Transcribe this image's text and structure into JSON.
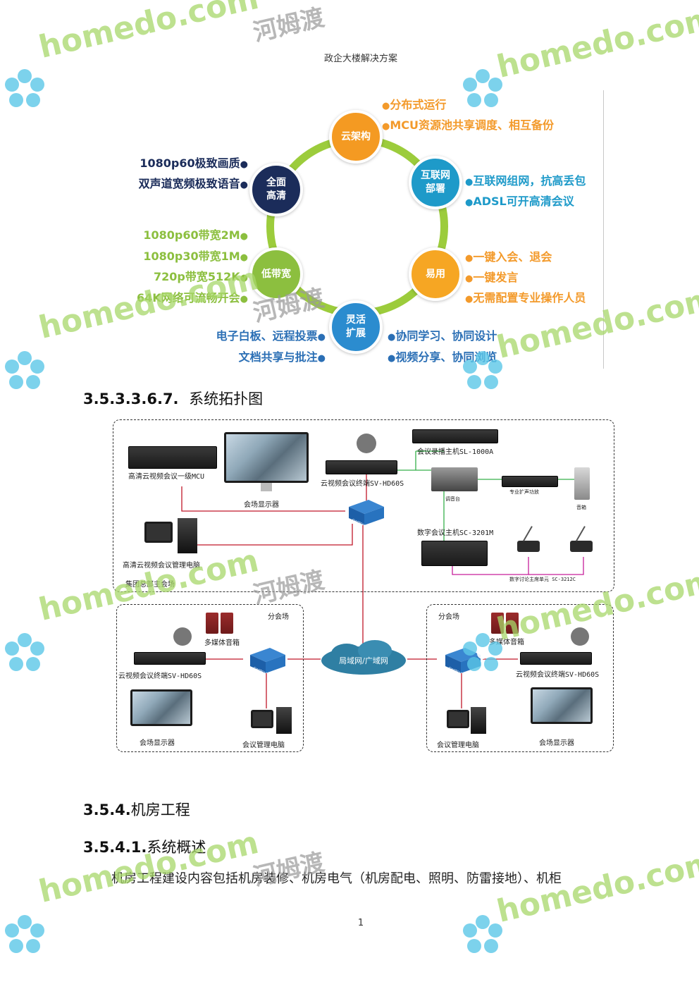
{
  "header": {
    "title": "政企大楼解决方案"
  },
  "ring": {
    "nodes": {
      "cloud": {
        "label": "云架构",
        "color": "#f49a22"
      },
      "internet": {
        "label_line1": "互联网",
        "label_line2": "部署",
        "color": "#1e9ac9"
      },
      "easy": {
        "label": "易用",
        "color": "#f6a623"
      },
      "flexible": {
        "label_line1": "灵活",
        "label_line2": "扩展",
        "color": "#2b8ccf"
      },
      "lowbw": {
        "label": "低带宽",
        "color": "#8cbf3f"
      },
      "hd": {
        "label_line1": "全面",
        "label_line2": "高清",
        "color": "#1b2c5a"
      }
    },
    "features": {
      "cloud": [
        "分布式运行",
        "MCU资源池共享调度、相互备份"
      ],
      "internet": [
        "互联网组网，抗高丢包",
        "ADSL可开高清会议"
      ],
      "easy": [
        "一键入会、退会",
        "一键发言",
        "无需配置专业操作人员"
      ],
      "flexible_right": [
        "协同学习、协同设计",
        "视频分享、协同浏览"
      ],
      "flexible_left": [
        "电子白板、远程投票",
        "文档共享与批注"
      ],
      "lowbw": [
        "1080p60带宽2M",
        "1080p30带宽1M",
        "720p带宽512K",
        "64K网络可流畅开会"
      ],
      "hd": [
        "1080p60极致画质",
        "双声道宽频极致语音"
      ]
    },
    "ring_color": "#9ccc3c"
  },
  "section_topology": {
    "number": "3.5.3.3.6.7.",
    "title": "系统拓扑图"
  },
  "topology": {
    "hq_zone": "集团总部主会场",
    "branch_left_zone": "分会场",
    "branch_right_zone": "分会场",
    "mcu": "高清云视频会议一级MCU",
    "hq_display": "会场显示器",
    "hq_terminal": "云视频会议终端SV-HD60S",
    "recorder": "会议录播主机SL-1000A",
    "mixer": "调音台",
    "amplifier": "专业扩声功放",
    "speaker": "音箱",
    "mgmt_pc": "高清云视频会议管理电脑",
    "digital_host": "数字会议主机SC-3201M",
    "discussion_unit": "数字讨论主席单元 SC-3212C",
    "network": "局域网/广域网",
    "switch_text": "SWITCH",
    "left_speaker": "多媒体音箱",
    "left_terminal": "云视频会议终端SV-HD60S",
    "left_display": "会场显示器",
    "left_pc": "会议管理电脑",
    "right_speaker": "多媒体音箱",
    "right_terminal": "云视频会议终端SV-HD60S",
    "right_display": "会场显示器",
    "right_pc": "会议管理电脑"
  },
  "section_room": {
    "number": "3.5.4.",
    "title": "机房工程"
  },
  "section_overview": {
    "number": "3.5.4.1.",
    "title": "系统概述"
  },
  "body": {
    "paragraph": "机房工程建设内容包括机房装修、机房电气（机房配电、照明、防雷接地）、机柜"
  },
  "page": {
    "number": "1"
  },
  "watermark": {
    "latin": "homedo.com",
    "chinese": "河姆渡"
  }
}
